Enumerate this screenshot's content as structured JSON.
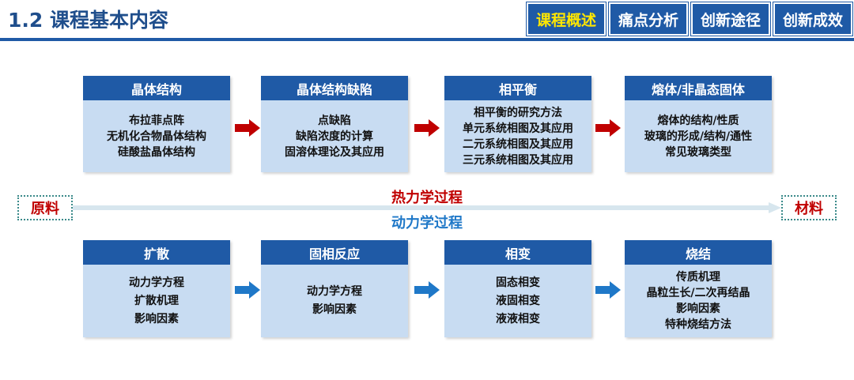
{
  "header": {
    "title": "1.2 课程基本内容",
    "tabs": [
      {
        "label": "课程概述",
        "active": true
      },
      {
        "label": "痛点分析",
        "active": false
      },
      {
        "label": "创新途径",
        "active": false
      },
      {
        "label": "创新成效",
        "active": false
      }
    ]
  },
  "top_row": [
    {
      "title": "晶体结构",
      "items": [
        "布拉菲点阵",
        "无机化合物晶体结构",
        "硅酸盐晶体结构"
      ]
    },
    {
      "title": "晶体结构缺陷",
      "items": [
        "点缺陷",
        "缺陷浓度的计算",
        "固溶体理论及其应用"
      ]
    },
    {
      "title": "相平衡",
      "items": [
        "相平衡的研究方法",
        "单元系统相图及其应用",
        "二元系统相图及其应用",
        "三元系统相图及其应用"
      ]
    },
    {
      "title": "熔体/非晶态固体",
      "items": [
        "熔体的结构/性质",
        "玻璃的形成/结构/通性",
        "常见玻璃类型"
      ]
    }
  ],
  "bottom_row": [
    {
      "title": "扩散",
      "items": [
        "动力学方程",
        "扩散机理",
        "影响因素"
      ]
    },
    {
      "title": "固相反应",
      "items": [
        "动力学方程",
        "影响因素"
      ]
    },
    {
      "title": "相变",
      "items": [
        "固态相变",
        "液固相变",
        "液液相变"
      ]
    },
    {
      "title": "烧结",
      "items": [
        "传质机理",
        "晶粒生长/二次再结晶",
        "影响因素",
        "特种烧结方法"
      ]
    }
  ],
  "flow": {
    "start": "原料",
    "end": "材料",
    "upper_label": "热力学过程",
    "lower_label": "动力学过程"
  },
  "colors": {
    "header_blue": "#1f5aa6",
    "body_blue": "#c8dcf2",
    "top_arrow": "#c00000",
    "bottom_arrow": "#1f78c8",
    "thermo_text": "#c00000",
    "kinetic_text": "#1f78c8",
    "active_tab_text": "#ffe600"
  }
}
